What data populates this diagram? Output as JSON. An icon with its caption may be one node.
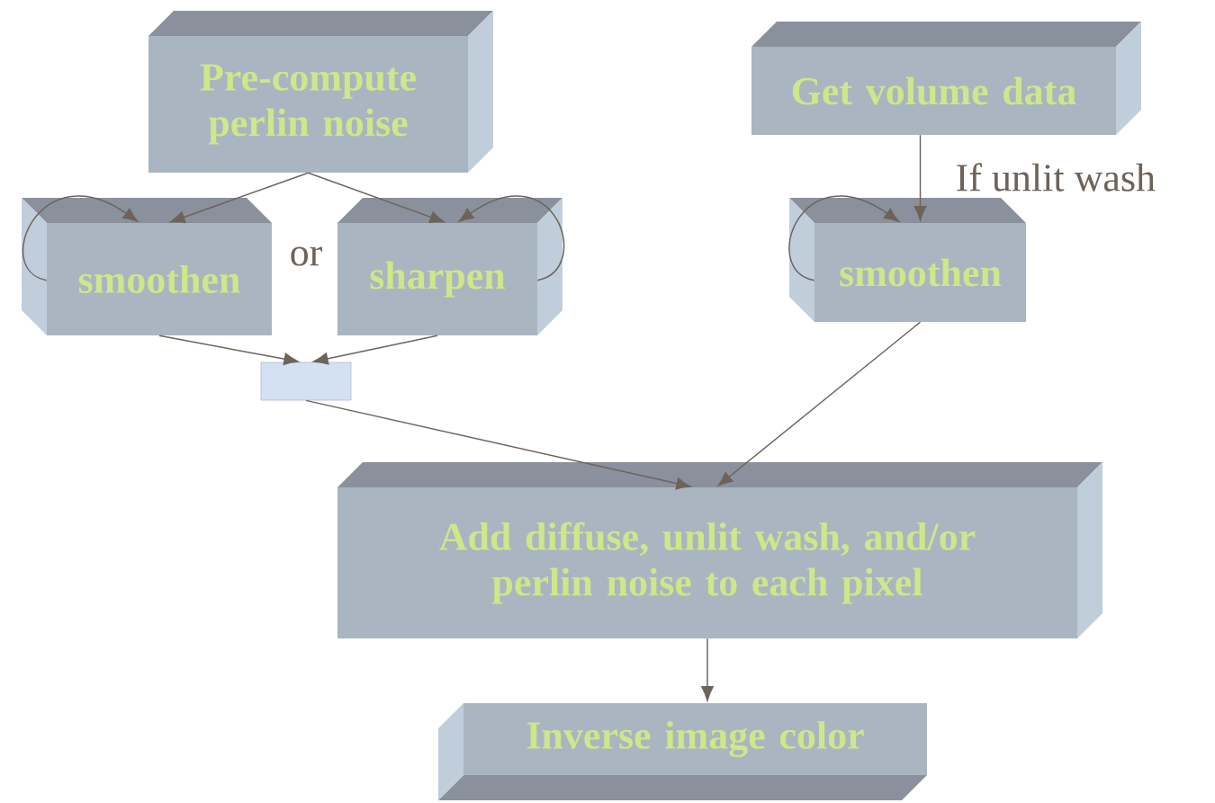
{
  "diagram": {
    "nodes": [
      {
        "text": [
          "Pre-compute perlin noise"
        ]
      },
      {
        "text": [
          "smoothen"
        ]
      },
      {
        "text": [
          "sharpen"
        ]
      },
      {
        "text": [
          "Get volume data"
        ]
      },
      {
        "text": [
          "smoothen"
        ]
      },
      {
        "text": [],
        "shape": "box"
      },
      {
        "text": [
          "Add diffuse, unlit wash, and/or perlin noise to each pixel"
        ]
      },
      {
        "text": [
          "Inverse image color"
        ]
      }
    ],
    "edges": [
      {
        "from": 0,
        "to": 1,
        "arrow": "to"
      },
      {
        "from": 0,
        "to": 2,
        "arrow": "to"
      },
      {
        "from": 1,
        "to": 1,
        "arrow": "to"
      },
      {
        "from": 2,
        "to": 2,
        "arrow": "to"
      },
      {
        "from": 3,
        "to": 4,
        "arrow": "to",
        "label": "If unlit wash"
      },
      {
        "from": 4,
        "to": 4,
        "arrow": "to"
      },
      {
        "from": 1,
        "to": 5,
        "arrow": "to"
      },
      {
        "from": 2,
        "to": 5,
        "arrow": "to"
      },
      {
        "from": 5,
        "to": 6,
        "arrow": "to"
      },
      {
        "from": 4,
        "to": 6,
        "arrow": "to"
      },
      {
        "from": 6,
        "to": 7,
        "arrow": "to"
      }
    ],
    "labels": [
      "or"
    ]
  }
}
